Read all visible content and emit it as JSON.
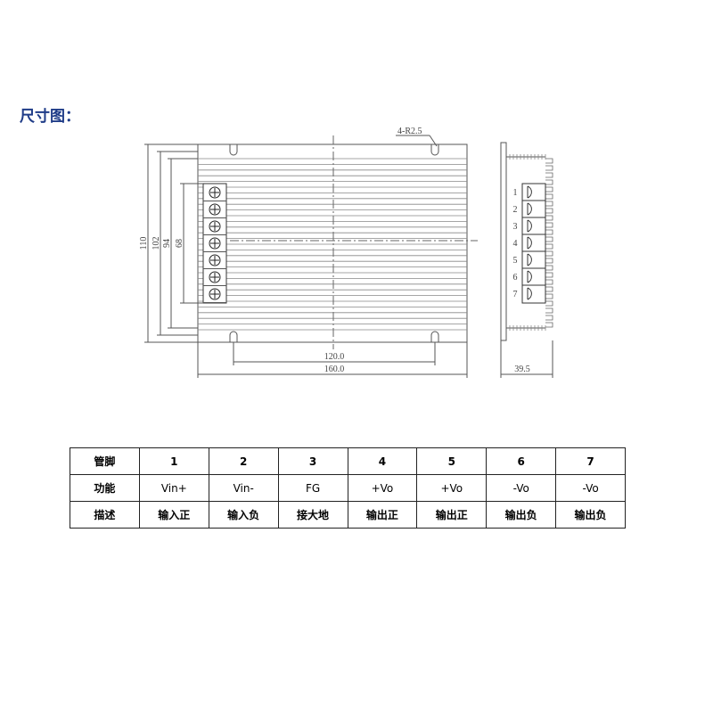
{
  "title": "尺寸图：",
  "front_view": {
    "hole_note": "4-R2.5",
    "heights": [
      "110",
      "102",
      "94",
      "68"
    ],
    "widths": [
      "120.0",
      "160.0"
    ]
  },
  "side_view": {
    "pin_numbers": [
      "1",
      "2",
      "3",
      "4",
      "5",
      "6",
      "7"
    ],
    "depth": "39.5"
  },
  "table": {
    "header_label": "管脚",
    "function_label": "功能",
    "description_label": "描述",
    "pins": [
      "1",
      "2",
      "3",
      "4",
      "5",
      "6",
      "7"
    ],
    "functions": [
      "Vin+",
      "Vin-",
      "FG",
      "+Vo",
      "+Vo",
      "-Vo",
      "-Vo"
    ],
    "descriptions": [
      "输入正",
      "输入负",
      "接大地",
      "输出正",
      "输出正",
      "输出负",
      "输出负"
    ]
  }
}
